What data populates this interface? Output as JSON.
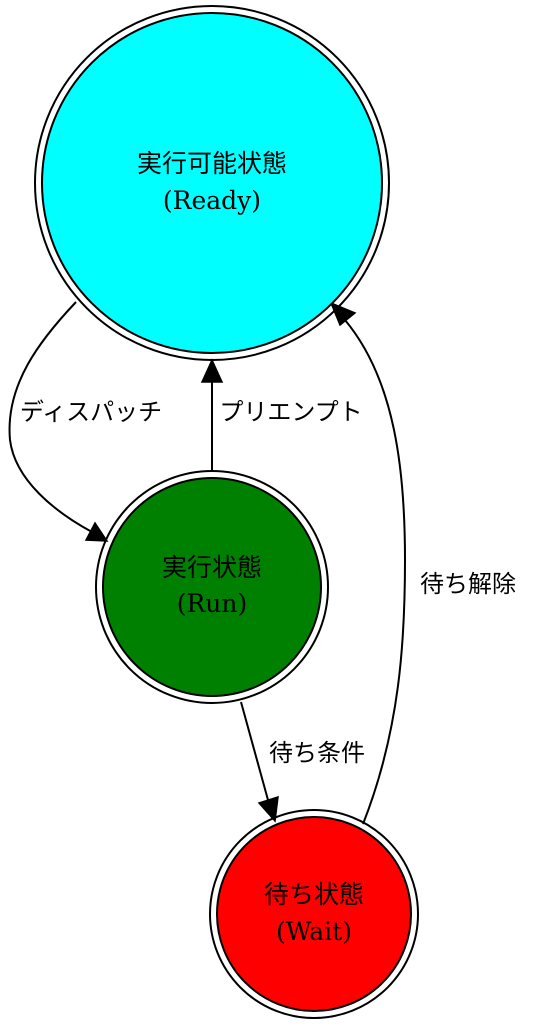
{
  "diagram": {
    "nodes": {
      "ready": {
        "line1": "実行可能状態",
        "line2": "(Ready)",
        "fill": "#00ffff"
      },
      "run": {
        "line1": "実行状態",
        "line2": "(Run)",
        "fill": "#008000"
      },
      "wait": {
        "line1": "待ち状態",
        "line2": "(Wait)",
        "fill": "#ff0000"
      }
    },
    "edges": {
      "dispatch": "ディスパッチ",
      "preempt": "プリエンプト",
      "wait_condition": "待ち条件",
      "wait_release": "待ち解除"
    }
  }
}
